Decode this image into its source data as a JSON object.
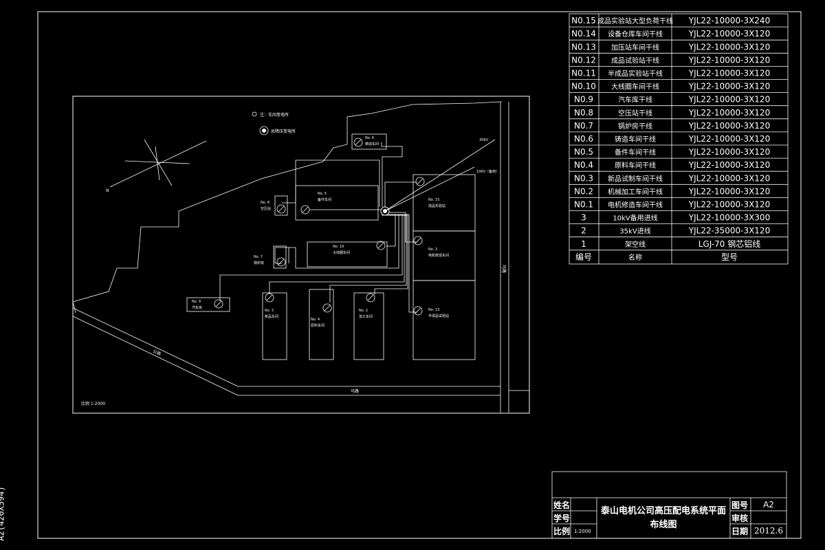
{
  "sheet_label": "A2(420X594)",
  "cable_table": {
    "rows": [
      {
        "id": "N0.15",
        "name": "成品实验站大型负荷干线",
        "model": "YJL22-10000-3X240"
      },
      {
        "id": "N0.14",
        "name": "设备仓库车间干线",
        "model": "YJL22-10000-3X120"
      },
      {
        "id": "N0.13",
        "name": "加压站车间干线",
        "model": "YJL22-10000-3X120"
      },
      {
        "id": "N0.12",
        "name": "成品试验站干线",
        "model": "YJL22-10000-3X120"
      },
      {
        "id": "N0.11",
        "name": "半成品实验站干线",
        "model": "YJL22-10000-3X120"
      },
      {
        "id": "N0.10",
        "name": "大线圈车间干线",
        "model": "YJL22-10000-3X120"
      },
      {
        "id": "N0.9",
        "name": "汽车库干线",
        "model": "YJL22-10000-3X120"
      },
      {
        "id": "N0.8",
        "name": "空压站干线",
        "model": "YJL22-10000-3X120"
      },
      {
        "id": "N0.7",
        "name": "锅炉房干线",
        "model": "YJL22-10000-3X120"
      },
      {
        "id": "N0.6",
        "name": "铸造车间干线",
        "model": "YJL22-10000-3X120"
      },
      {
        "id": "N0.5",
        "name": "备件车间干线",
        "model": "YJL22-10000-3X120"
      },
      {
        "id": "N0.4",
        "name": "原料车间干线",
        "model": "YJL22-10000-3X120"
      },
      {
        "id": "N0.3",
        "name": "新品试制车间干线",
        "model": "YJL22-10000-3X120"
      },
      {
        "id": "N0.2",
        "name": "机械加工车间干线",
        "model": "YJL22-10000-3X120"
      },
      {
        "id": "N0.1",
        "name": "电机修造车间干线",
        "model": "YJL22-10000-3X120"
      },
      {
        "id": "3",
        "name": "10kV备用进线",
        "model": "YJL22-10000-3X300"
      },
      {
        "id": "2",
        "name": "35kV进线",
        "model": "YJL22-35000-3X120"
      },
      {
        "id": "1",
        "name": "架空线",
        "model": "LGJ-70 钢芯铝线"
      }
    ],
    "header": {
      "id": "编号",
      "name": "名称",
      "model": "型号"
    }
  },
  "plan": {
    "legend": {
      "line1": "注：车间变电所",
      "line2": "总降压变电所"
    },
    "north": "N",
    "line_35kv": "35KV",
    "line_10kv": "10KV（备用）",
    "road_left": "公路",
    "road_bottom": "马路",
    "road_right": "马路",
    "scale": "比例 1:2000",
    "buildings": [
      {
        "no": "No. 6",
        "name": "铸造车间"
      },
      {
        "no": "No. 5",
        "name": "备件车间"
      },
      {
        "no": "No. 8",
        "name": "空压站"
      },
      {
        "no": "No. 7",
        "name": "锅炉房"
      },
      {
        "no": "No. 9",
        "name": "汽车库"
      },
      {
        "no": "No. 10",
        "name": "大线圈车间"
      },
      {
        "no": "No. 15",
        "name": "成品实验站"
      },
      {
        "no": "No. 1",
        "name": "电机修造车间"
      },
      {
        "no": "No. 13",
        "name": "半成品试验站"
      },
      {
        "no": "No. 3",
        "name": "新品车间"
      },
      {
        "no": "No. 4",
        "name": "原料车间"
      },
      {
        "no": "No. 2",
        "name": "加工车间"
      }
    ]
  },
  "title_block": {
    "name_label": "姓名",
    "student_no_label": "学号",
    "scale_label": "比例",
    "scale_value": "1:2000",
    "title_line1": "泰山电机公司高压配电系统平面",
    "title_line2": "布线图",
    "drawing_no_label": "图号",
    "drawing_no_value": "A2",
    "review_label": "审核",
    "date_label": "日期",
    "date_value": "2012.6"
  }
}
